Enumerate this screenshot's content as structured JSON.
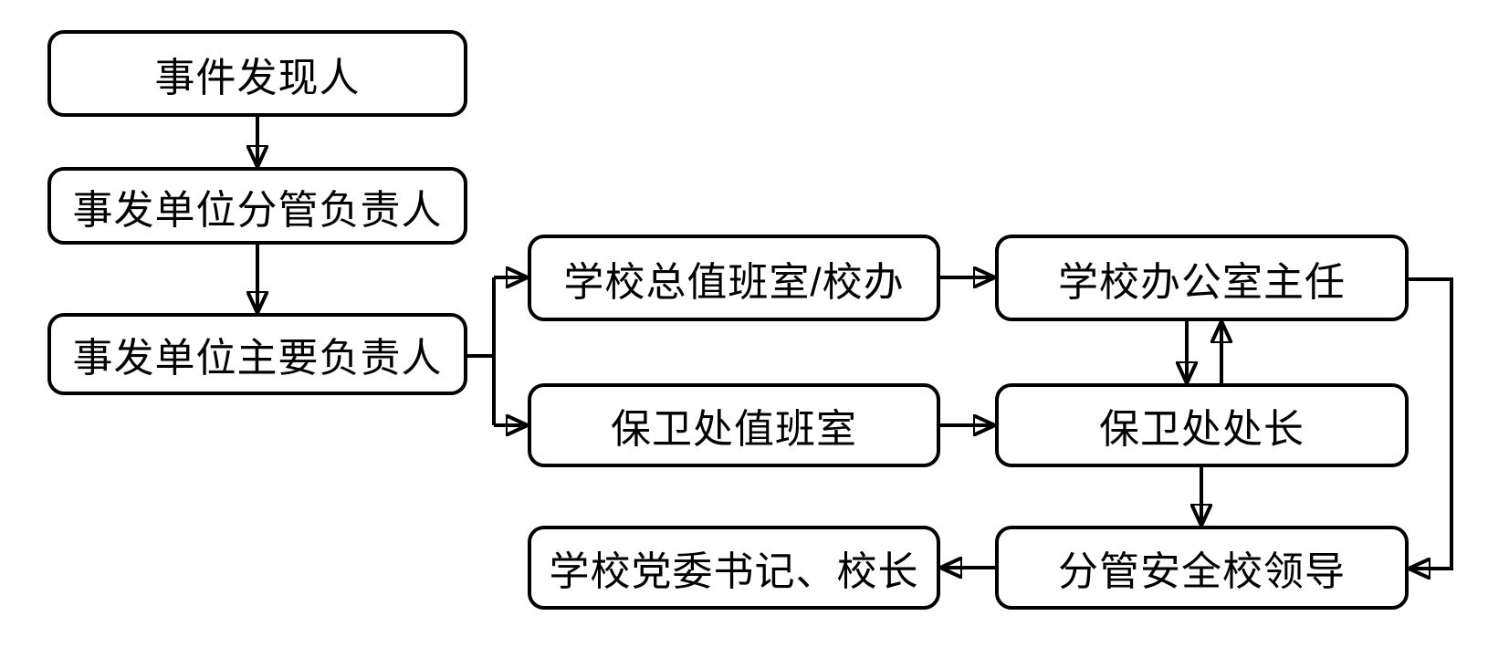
{
  "diagram": {
    "background_color": "#ffffff",
    "line_color": "#000000",
    "text_color": "#000000",
    "nodes": [
      {
        "id": "incident-discoverer",
        "label": "事件发现人"
      },
      {
        "id": "incident-unit-deputy-head",
        "label": "事发单位分管负责人"
      },
      {
        "id": "incident-unit-main-head",
        "label": "事发单位主要负责人"
      },
      {
        "id": "school-main-duty-office",
        "label": "学校总值班室/校办"
      },
      {
        "id": "security-duty-room",
        "label": "保卫处值班室"
      },
      {
        "id": "party-secretary-president",
        "label": "学校党委书记、校长"
      },
      {
        "id": "school-office-director",
        "label": "学校办公室主任"
      },
      {
        "id": "security-dept-head",
        "label": "保卫处处长"
      },
      {
        "id": "safety-school-leader",
        "label": "分管安全校领导"
      }
    ],
    "edges": [
      {
        "from": "incident-discoverer",
        "to": "incident-unit-deputy-head",
        "style": "arrow-down"
      },
      {
        "from": "incident-unit-deputy-head",
        "to": "incident-unit-main-head",
        "style": "arrow-down"
      },
      {
        "from": "incident-unit-main-head",
        "to": "school-main-duty-office",
        "style": "branch-arrow-right"
      },
      {
        "from": "incident-unit-main-head",
        "to": "security-duty-room",
        "style": "branch-arrow-right"
      },
      {
        "from": "school-main-duty-office",
        "to": "school-office-director",
        "style": "arrow-right"
      },
      {
        "from": "security-duty-room",
        "to": "security-dept-head",
        "style": "arrow-right"
      },
      {
        "from": "school-office-director",
        "to": "security-dept-head",
        "style": "arrow-down"
      },
      {
        "from": "security-dept-head",
        "to": "school-office-director",
        "style": "arrow-up"
      },
      {
        "from": "security-dept-head",
        "to": "safety-school-leader",
        "style": "arrow-down"
      },
      {
        "from": "school-office-director",
        "to": "safety-school-leader",
        "style": "wrap-around-right-arrow-left"
      },
      {
        "from": "safety-school-leader",
        "to": "party-secretary-president",
        "style": "arrow-left"
      }
    ]
  }
}
